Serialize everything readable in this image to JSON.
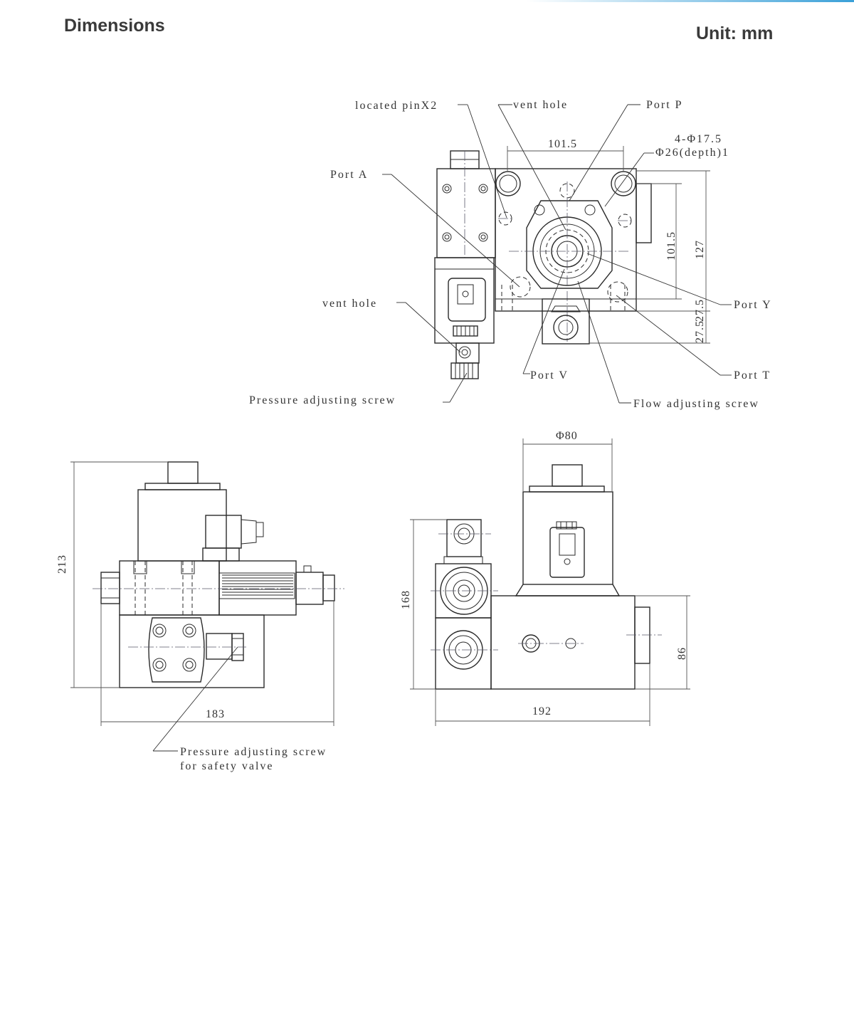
{
  "header": {
    "title": "Dimensions",
    "unit": "Unit: mm"
  },
  "top_view": {
    "labels": {
      "located_pin": "located pinX2",
      "vent_hole_top": "vent hole",
      "port_p": "Port P",
      "hole_spec_1": "4-Φ17.5",
      "hole_spec_2": "Φ26(depth)1",
      "port_a": "Port A",
      "vent_hole_left": "vent hole",
      "port_y": "Port Y",
      "port_v": "Port V",
      "port_t": "Port T",
      "pressure_screw": "Pressure adjusting screw",
      "flow_screw": "Flow adjusting screw"
    },
    "dims": {
      "width": "101.5",
      "height_inner": "101.5",
      "height_total": "127",
      "offset_a": "27.5",
      "offset_b": "27.5"
    }
  },
  "side_view_left": {
    "dims": {
      "height": "213",
      "width": "183"
    },
    "labels": {
      "safety_screw_1": "Pressure adjusting screw",
      "safety_screw_2": "for safety valve"
    }
  },
  "side_view_right": {
    "dims": {
      "diameter": "Φ80",
      "height": "168",
      "width": "192",
      "block_height": "86"
    }
  }
}
